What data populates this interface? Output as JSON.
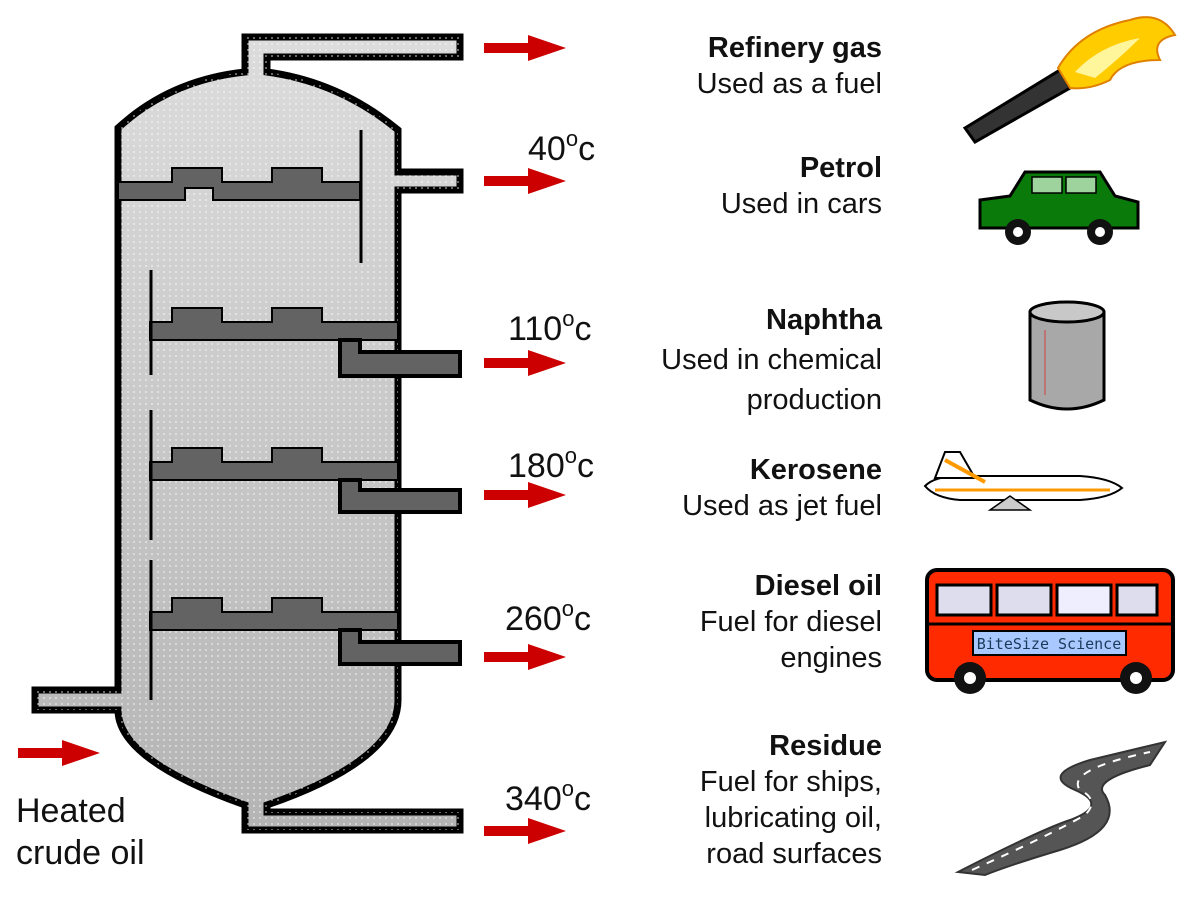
{
  "feed": {
    "line1": "Heated",
    "line2": "crude oil"
  },
  "degree_symbol": "o",
  "temperature_unit": "c",
  "fractions": [
    {
      "name": "Refinery gas",
      "use1": "Used as a fuel",
      "use2": "",
      "use3": "",
      "temp": "",
      "icon": "flaming-torch-icon"
    },
    {
      "name": "Petrol",
      "use1": "Used in cars",
      "use2": "",
      "use3": "",
      "temp": "40",
      "icon": "car-icon"
    },
    {
      "name": "Naphtha",
      "use1": "Used in chemical",
      "use2": "production",
      "use3": "",
      "temp": "110",
      "icon": "drum-icon"
    },
    {
      "name": "Kerosene",
      "use1": "Used as jet fuel",
      "use2": "",
      "use3": "",
      "temp": "180",
      "icon": "airplane-icon"
    },
    {
      "name": "Diesel oil",
      "use1": "Fuel for diesel",
      "use2": "engines",
      "use3": "",
      "temp": "260",
      "icon": "bus-icon"
    },
    {
      "name": "Residue",
      "use1": "Fuel for ships,",
      "use2": "lubricating oil,",
      "use3": "road surfaces",
      "temp": "340",
      "icon": "road-icon"
    }
  ],
  "bus_sign": "BiteSize Science",
  "colors": {
    "arrow": "#cc0000",
    "column": "#c8c8c8",
    "tray": "#636363",
    "car": "#0a7a0a",
    "bus": "#ff2a00"
  }
}
